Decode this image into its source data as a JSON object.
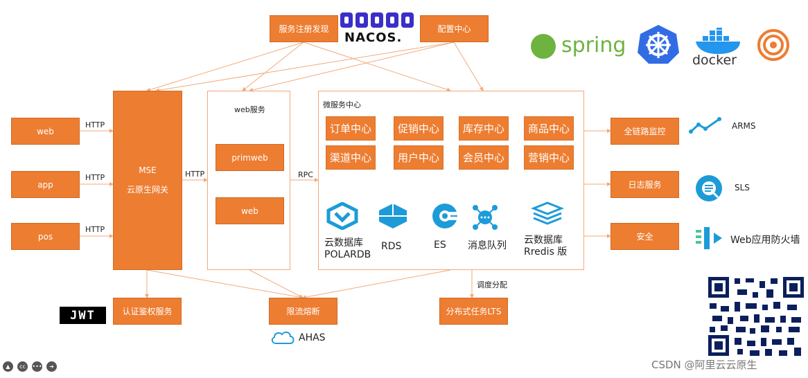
{
  "top": {
    "registry": "服务注册发现",
    "config": "配置中心",
    "nacos": "NACOS."
  },
  "logos": {
    "spring": "spring",
    "docker": "docker"
  },
  "clients": [
    "web",
    "app",
    "pos"
  ],
  "http": "HTTP",
  "gateway": {
    "line1": "MSE",
    "line2": "云原生网关"
  },
  "web_service": {
    "title": "web服务",
    "items": [
      "primweb",
      "web"
    ]
  },
  "rpc": "RPC",
  "micro": {
    "title": "微服务中心",
    "services": [
      "订单中心",
      "促销中心",
      "库存中心",
      "商品中心",
      "渠道中心",
      "用户中心",
      "会员中心",
      "营销中心"
    ],
    "data": [
      {
        "line1": "云数据库",
        "line2": "POLARDB"
      },
      {
        "line1": "RDS",
        "line2": ""
      },
      {
        "line1": "ES",
        "line2": ""
      },
      {
        "line1": "消息队列",
        "line2": ""
      },
      {
        "line1": "云数据库",
        "line2": "Rredis 版"
      }
    ]
  },
  "right": {
    "boxes": [
      "全链路监控",
      "日志服务",
      "安全"
    ],
    "labels": [
      "ARMS",
      "SLS",
      "Web应用防火墙"
    ]
  },
  "bottom": {
    "auth": "认证鉴权服务",
    "limit": "限流熔断",
    "tasks": "分布式任务LTS",
    "dispatch": "调度分配",
    "ahas": "AHAS",
    "jwt": "JWT"
  },
  "watermark": "CSDN @阿里云云原生",
  "colors": {
    "orange": "#ED7D31",
    "blue": "#1D9BD8",
    "spring": "#6DB33F",
    "k8s": "#326CE5"
  }
}
